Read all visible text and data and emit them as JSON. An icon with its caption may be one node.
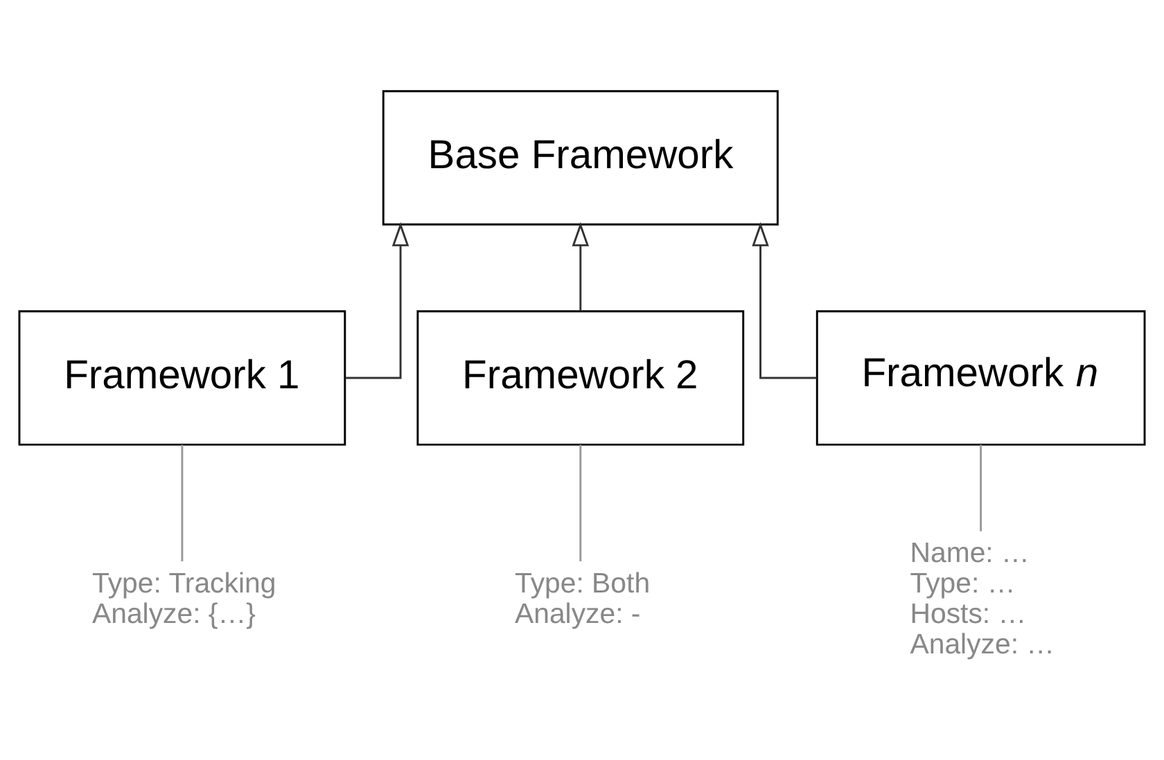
{
  "diagram": {
    "nodes": [
      {
        "text": [
          "Base Framework"
        ]
      },
      {
        "text": [
          "Framework 1"
        ]
      },
      {
        "text": [
          "Framework 2"
        ]
      },
      {
        "text": [
          "Framework *n*"
        ]
      },
      {
        "text": [
          "Type: Tracking",
          "Analyze: {…}"
        ]
      },
      {
        "text": [
          "Type: Both",
          "Analyze: -"
        ]
      },
      {
        "text": [
          "Name: …",
          "Type: …",
          "Hosts: …",
          "Analyze: …"
        ]
      }
    ],
    "edges": [
      {
        "from": 1,
        "to": 0,
        "arrow": "to"
      },
      {
        "from": 2,
        "to": 0,
        "arrow": "to"
      },
      {
        "from": 3,
        "to": 0,
        "arrow": "to"
      },
      {
        "from": 1,
        "to": 4,
        "arrow": "none",
        "color": "#999999"
      },
      {
        "from": 2,
        "to": 5,
        "arrow": "none",
        "color": "#999999"
      },
      {
        "from": 3,
        "to": 6,
        "arrow": "none",
        "color": "#999999"
      }
    ]
  }
}
